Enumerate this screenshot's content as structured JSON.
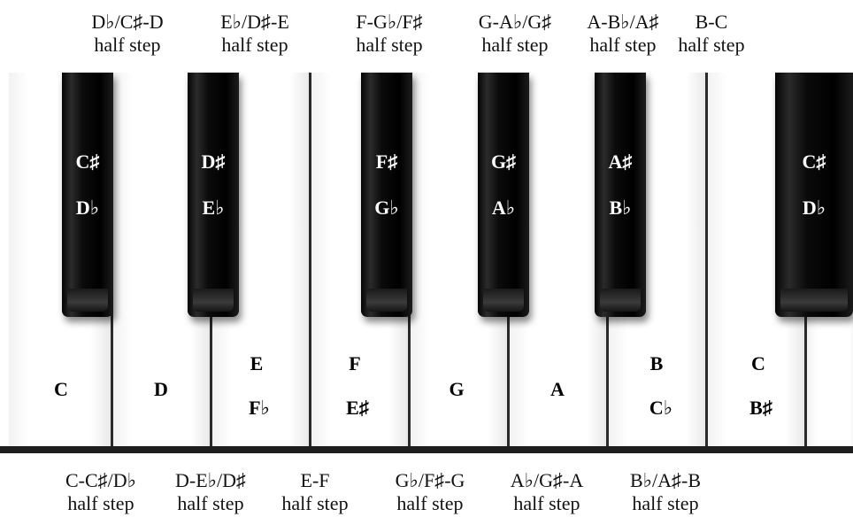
{
  "top_labels": [
    {
      "interval": "D♭/C♯-D",
      "step": "half step"
    },
    {
      "interval": "E♭/D♯-E",
      "step": "half step"
    },
    {
      "interval": "F-G♭/F♯",
      "step": "half step"
    },
    {
      "interval": "G-A♭/G♯",
      "step": "half step"
    },
    {
      "interval": "A-B♭/A♯",
      "step": "half step"
    },
    {
      "interval": "B-C",
      "step": "half step"
    }
  ],
  "bottom_labels": [
    {
      "interval": "C-C♯/D♭",
      "step": "half step"
    },
    {
      "interval": "D-E♭/D♯",
      "step": "half step"
    },
    {
      "interval": "E-F",
      "step": "half step"
    },
    {
      "interval": "G♭/F♯-G",
      "step": "half step"
    },
    {
      "interval": "A♭/G♯-A",
      "step": "half step"
    },
    {
      "interval": "B♭/A♯-B",
      "step": "half step"
    }
  ],
  "black_keys": [
    {
      "sharp": "C♯",
      "flat": "D♭"
    },
    {
      "sharp": "D♯",
      "flat": "E♭"
    },
    {
      "sharp": "F♯",
      "flat": "G♭"
    },
    {
      "sharp": "G♯",
      "flat": "A♭"
    },
    {
      "sharp": "A♯",
      "flat": "B♭"
    },
    {
      "sharp": "C♯",
      "flat": "D♭"
    }
  ],
  "white_keys": [
    {
      "name": "C",
      "alt": ""
    },
    {
      "name": "D",
      "alt": ""
    },
    {
      "name": "E",
      "alt": "F♭"
    },
    {
      "name": "F",
      "alt": "E♯"
    },
    {
      "name": "G",
      "alt": ""
    },
    {
      "name": "A",
      "alt": ""
    },
    {
      "name": "B",
      "alt": "C♭"
    },
    {
      "name": "C",
      "alt": "B♯"
    }
  ]
}
